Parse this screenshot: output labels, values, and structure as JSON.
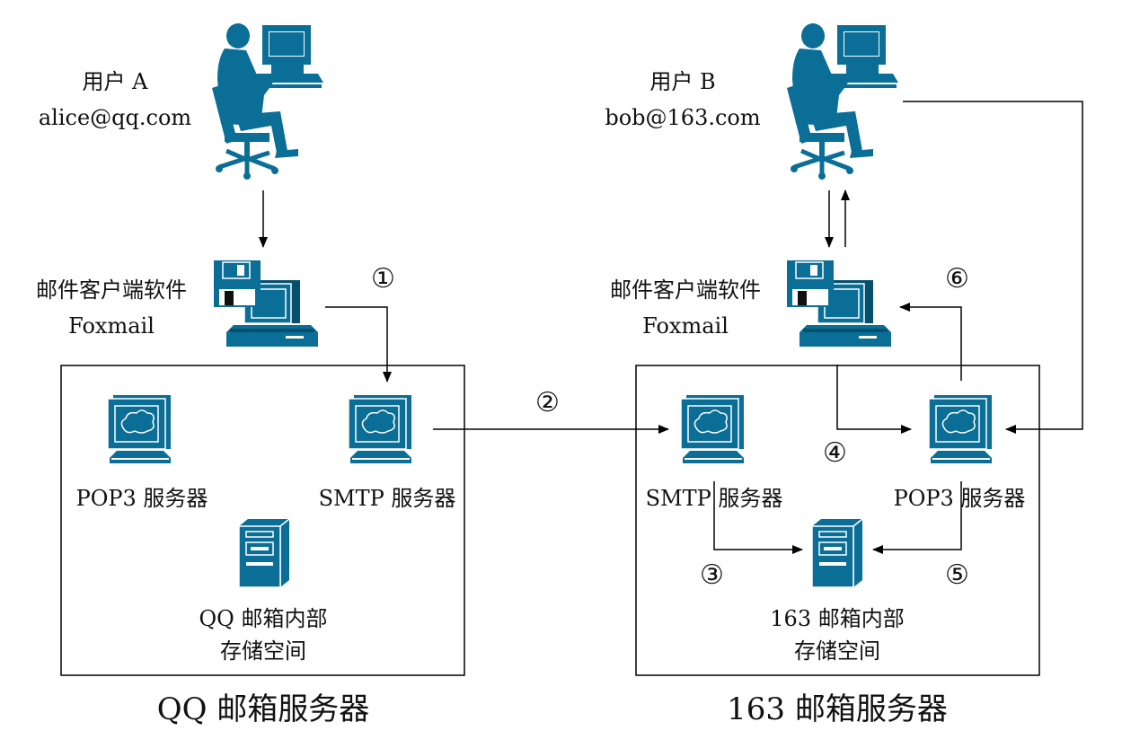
{
  "user_a": {
    "name": "用户 A",
    "email": "alice@qq.com"
  },
  "user_b": {
    "name": "用户 B",
    "email": "bob@163.com"
  },
  "client_a": {
    "name": "邮件客户端软件",
    "software": "Foxmail"
  },
  "client_b": {
    "name": "邮件客户端软件",
    "software": "Foxmail"
  },
  "qq": {
    "pop3": "POP3 服务器",
    "smtp": "SMTP 服务器",
    "storage_line1": "QQ 邮箱内部",
    "storage_line2": "存储空间",
    "title": "QQ 邮箱服务器"
  },
  "n163": {
    "smtp": "SMTP 服务器",
    "pop3": "POP3 服务器",
    "storage_line1": "163 邮箱内部",
    "storage_line2": "存储空间",
    "title": "163 邮箱服务器"
  },
  "steps": [
    "①",
    "②",
    "③",
    "④",
    "⑤",
    "⑥"
  ],
  "colors": {
    "icon": "#0a6e96",
    "icon_dark": "#06506e",
    "line": "#000000"
  }
}
